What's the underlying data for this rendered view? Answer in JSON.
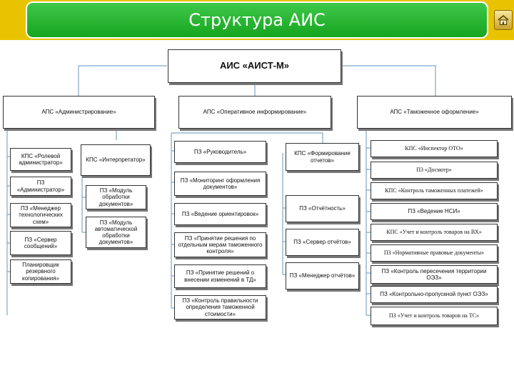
{
  "header": {
    "title": "Структура АИС"
  },
  "icons": {
    "home": "home-icon"
  },
  "colors": {
    "accent_yellow": "#e9c300",
    "title_green": "#22b02c",
    "line_blue": "#7fa6c8"
  },
  "diagram": {
    "root": "АИС «АИСТ-М»",
    "aps_admin": "АПС «Администрирование»",
    "aps_oper": "АПС «Оперативное информирование»",
    "aps_customs": "АПС «Таможенное оформление»",
    "admin_items": [
      "КПС «Ролевой администратор»",
      "ПЗ «Администратор»",
      "ПЗ «Менеджер технологических схем»",
      "ПЗ «Сервер сообщений»",
      "Планировщик резервного копирования»"
    ],
    "interpreter": "КПС «Интерпретатор»",
    "interpreter_items": [
      "ПЗ «Модуль обработки документов»",
      "ПЗ «Модуль автоматической обработки документов»"
    ],
    "oper_items": [
      "ПЗ «Руководитель»",
      "ПЗ «Мониторинг оформления документов»",
      "ПЗ «Ведение ориентировок»",
      "ПЗ «Принятие решения по отдельным мерам таможенного контроля»",
      "ПЗ «Принятие решений о внесении изменений в ТД»",
      "ПЗ «Контроль правильности определения таможенной стоимости»"
    ],
    "reports": "КПС «Формирование отчетов»",
    "reports_items": [
      "ПЗ «Отчётность»",
      "ПЗ «Сервер отчётов»",
      "ПЗ «Менеджер отчётов»"
    ],
    "customs_items": [
      "КПС «Инспектор ОТО»",
      "ПЗ «Досмотр»",
      "КПС «Контроль таможенных платежей»",
      "ПЗ «Ведение НСИ»",
      "КПС «Учет и контроль товаров на ВХ»",
      "ПЗ «Нормативные правовые документы»",
      "ПЗ «Контроль пересечения территории ОЭЗ»",
      "ПЗ «Контрольно-пропускной пункт ОЭЗ»",
      "ПЗ «Учет и контроль товаров на ТС»"
    ]
  }
}
